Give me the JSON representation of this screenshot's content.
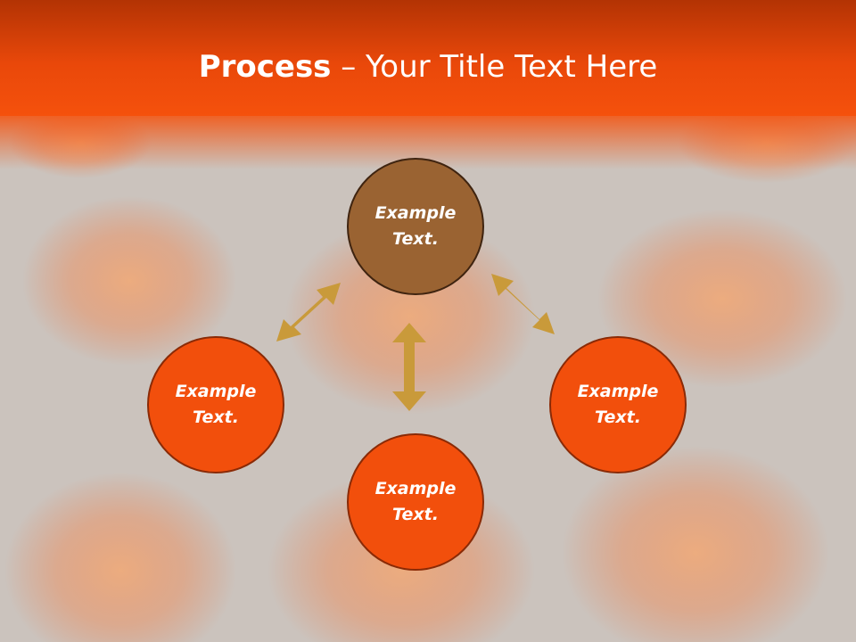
{
  "slide": {
    "title_bold": "Process",
    "title_rest": " – Your Title Text Here"
  },
  "colors": {
    "header": "#f24f0c",
    "node_orange": "#f24f0c",
    "node_brown": "#9a6332",
    "arrow": "#c99a3a",
    "background": "#cbc3bd"
  },
  "nodes": [
    {
      "line1": "Example",
      "line2": "Text."
    },
    {
      "line1": "Example",
      "line2": "Text."
    },
    {
      "line1": "Example",
      "line2": "Text."
    },
    {
      "line1": "Example",
      "line2": "Text."
    }
  ]
}
